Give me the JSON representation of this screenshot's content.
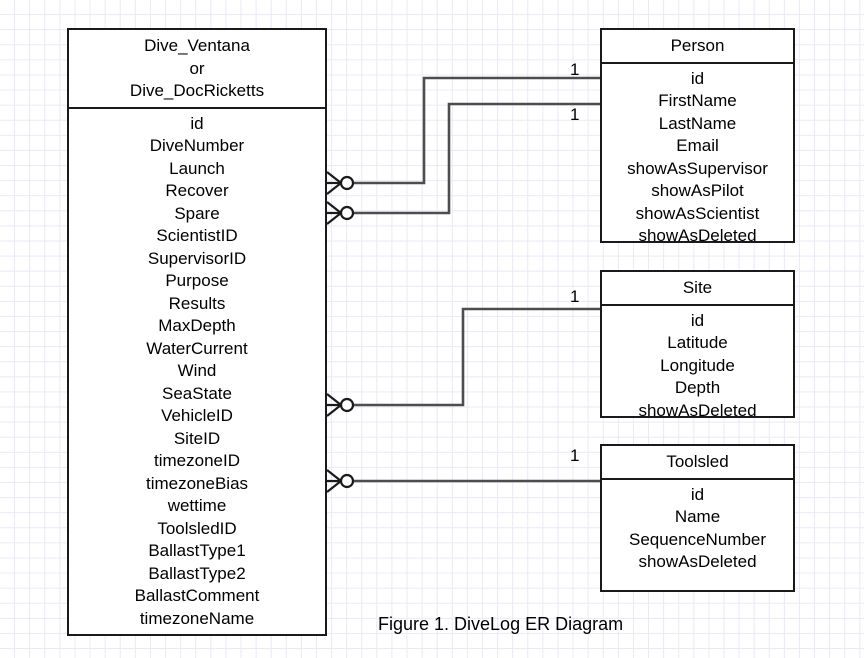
{
  "figure": {
    "caption": "Figure 1. DiveLog ER Diagram"
  },
  "colors": {
    "border": "#1a1a1a",
    "connector": "#4d4d4d",
    "grid": "#e9e9f7",
    "background": "#ffffff",
    "text": "#000000"
  },
  "entities": {
    "dive": {
      "title": "Dive_Ventana\nor\nDive_DocRicketts",
      "fields": [
        "id",
        "DiveNumber",
        "Launch",
        "Recover",
        "Spare",
        "ScientistID",
        "SupervisorID",
        "Purpose",
        "Results",
        "MaxDepth",
        "WaterCurrent",
        "Wind",
        "SeaState",
        "VehicleID",
        "SiteID",
        "timezoneID",
        "timezoneBias",
        "wettime",
        "ToolsledID",
        "BallastType1",
        "BallastType2",
        "BallastComment",
        "timezoneName"
      ]
    },
    "person": {
      "title": "Person",
      "fields": [
        "id",
        "FirstName",
        "LastName",
        "Email",
        "showAsSupervisor",
        "showAsPilot",
        "showAsScientist",
        "showAsDeleted"
      ]
    },
    "site": {
      "title": "Site",
      "fields": [
        "id",
        "Latitude",
        "Longitude",
        "Depth",
        "showAsDeleted"
      ]
    },
    "toolsled": {
      "title": "Toolsled",
      "fields": [
        "id",
        "Name",
        "SequenceNumber",
        "showAsDeleted"
      ]
    }
  },
  "relationships": [
    {
      "id": "dive-scientist-person",
      "from": "dive",
      "to": "person",
      "from_cardinality": "zero-or-many",
      "to_cardinality": "1",
      "to_label": "1"
    },
    {
      "id": "dive-supervisor-person",
      "from": "dive",
      "to": "person",
      "from_cardinality": "zero-or-many",
      "to_cardinality": "1",
      "to_label": "1"
    },
    {
      "id": "dive-site",
      "from": "dive",
      "to": "site",
      "from_cardinality": "zero-or-many",
      "to_cardinality": "1",
      "to_label": "1"
    },
    {
      "id": "dive-toolsled",
      "from": "dive",
      "to": "toolsled",
      "from_cardinality": "zero-or-many",
      "to_cardinality": "1",
      "to_label": "1"
    }
  ],
  "cardinality_labels": {
    "person_top": "1",
    "person_bottom": "1",
    "site": "1",
    "toolsled": "1"
  }
}
